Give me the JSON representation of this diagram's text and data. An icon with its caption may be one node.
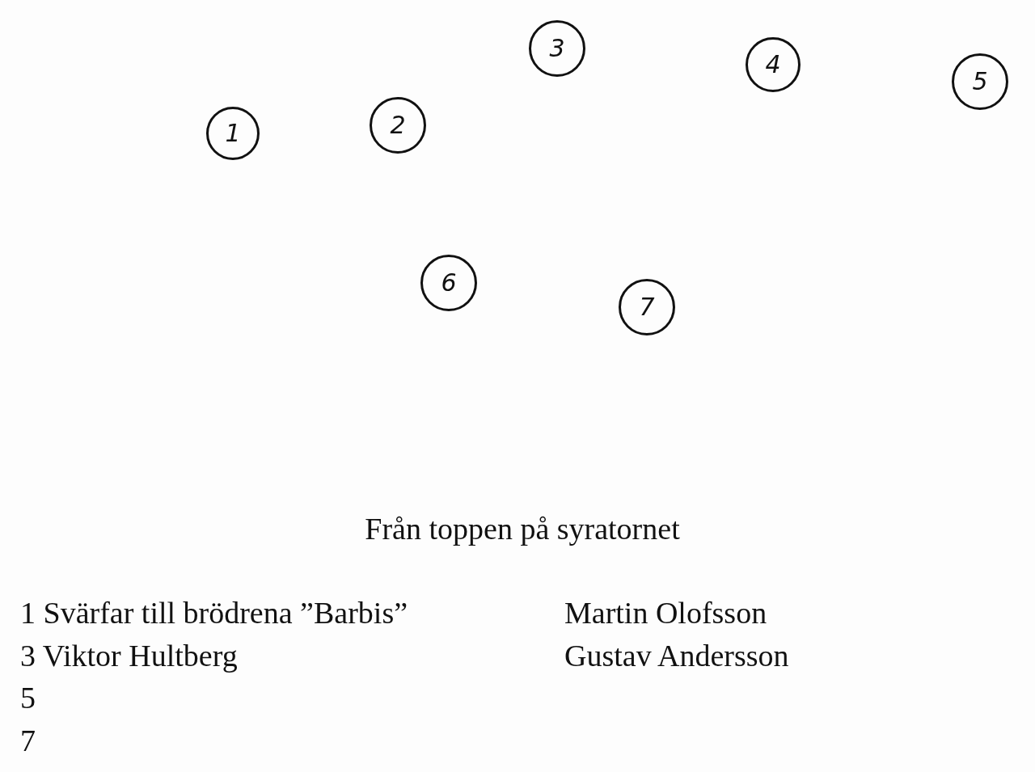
{
  "diagram": {
    "caption": "Från toppen på syratornet",
    "nodes": [
      {
        "text": [
          "1"
        ]
      },
      {
        "text": [
          "2"
        ]
      },
      {
        "text": [
          "3"
        ]
      },
      {
        "text": [
          "4"
        ]
      },
      {
        "text": [
          "5"
        ]
      },
      {
        "text": [
          "6"
        ]
      },
      {
        "text": [
          "7"
        ]
      }
    ],
    "labels": [
      "1 Svärfar till brödrena ”Barbis”",
      "Martin Olofsson",
      "3 Viktor Hultberg",
      "Gustav Andersson",
      "5",
      "7"
    ]
  }
}
